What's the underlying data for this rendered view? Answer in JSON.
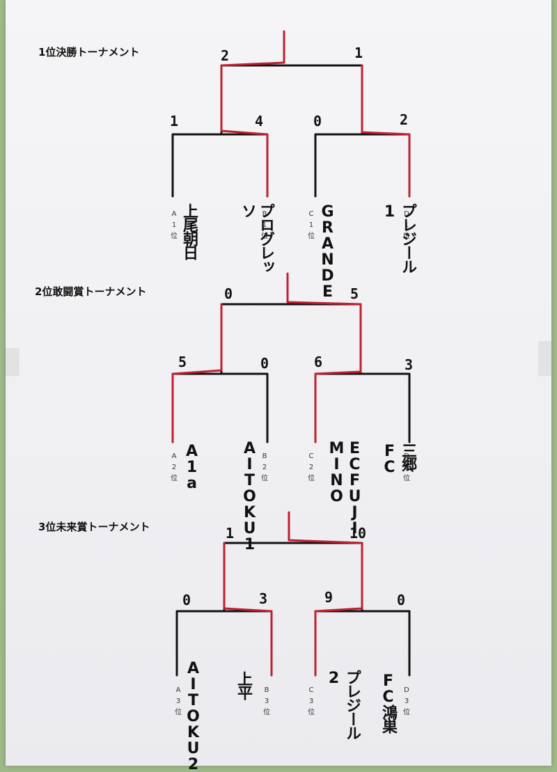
{
  "brackets": [
    {
      "title": "1位決勝トーナメント",
      "final_scores": [
        "2",
        "1"
      ],
      "semi_scores": [
        "1",
        "4",
        "0",
        "2"
      ],
      "slots": [
        {
          "group": "A",
          "rank": "1",
          "suffix": "位",
          "team": "上尾朝日"
        },
        {
          "group": "B",
          "rank": "1",
          "suffix": "位",
          "team": "プログレッソ"
        },
        {
          "group": "C",
          "rank": "1",
          "suffix": "位",
          "team": "GRANDE"
        },
        {
          "group": "D",
          "rank": "1",
          "suffix": "位",
          "team": "プレジール1"
        }
      ]
    },
    {
      "title": "2位敢闘賞トーナメント",
      "final_scores": [
        "0",
        "5"
      ],
      "semi_scores": [
        "5",
        "0",
        "6",
        "3"
      ],
      "slots": [
        {
          "group": "A",
          "rank": "2",
          "suffix": "位",
          "team": "A1a"
        },
        {
          "group": "B",
          "rank": "2",
          "suffix": "位",
          "team": "AITOKU1"
        },
        {
          "group": "C",
          "rank": "2",
          "suffix": "位",
          "team": "ECFUJI MINO"
        },
        {
          "group": "D",
          "rank": "2",
          "suffix": "位",
          "team": "三郷FC"
        }
      ]
    },
    {
      "title": "3位未来賞トーナメント",
      "final_scores": [
        "1",
        "10"
      ],
      "semi_scores": [
        "0",
        "3",
        "9",
        "0"
      ],
      "slots": [
        {
          "group": "A",
          "rank": "3",
          "suffix": "位",
          "team": "AITOKU2"
        },
        {
          "group": "B",
          "rank": "3",
          "suffix": "位",
          "team": "上平"
        },
        {
          "group": "C",
          "rank": "3",
          "suffix": "位",
          "team": "プレジール2"
        },
        {
          "group": "D",
          "rank": "3",
          "suffix": "位",
          "team": "FC鴻巣"
        }
      ]
    }
  ],
  "colors": {
    "line": "#111111",
    "winner": "#c0202e",
    "paper": "#f3f3f5"
  }
}
